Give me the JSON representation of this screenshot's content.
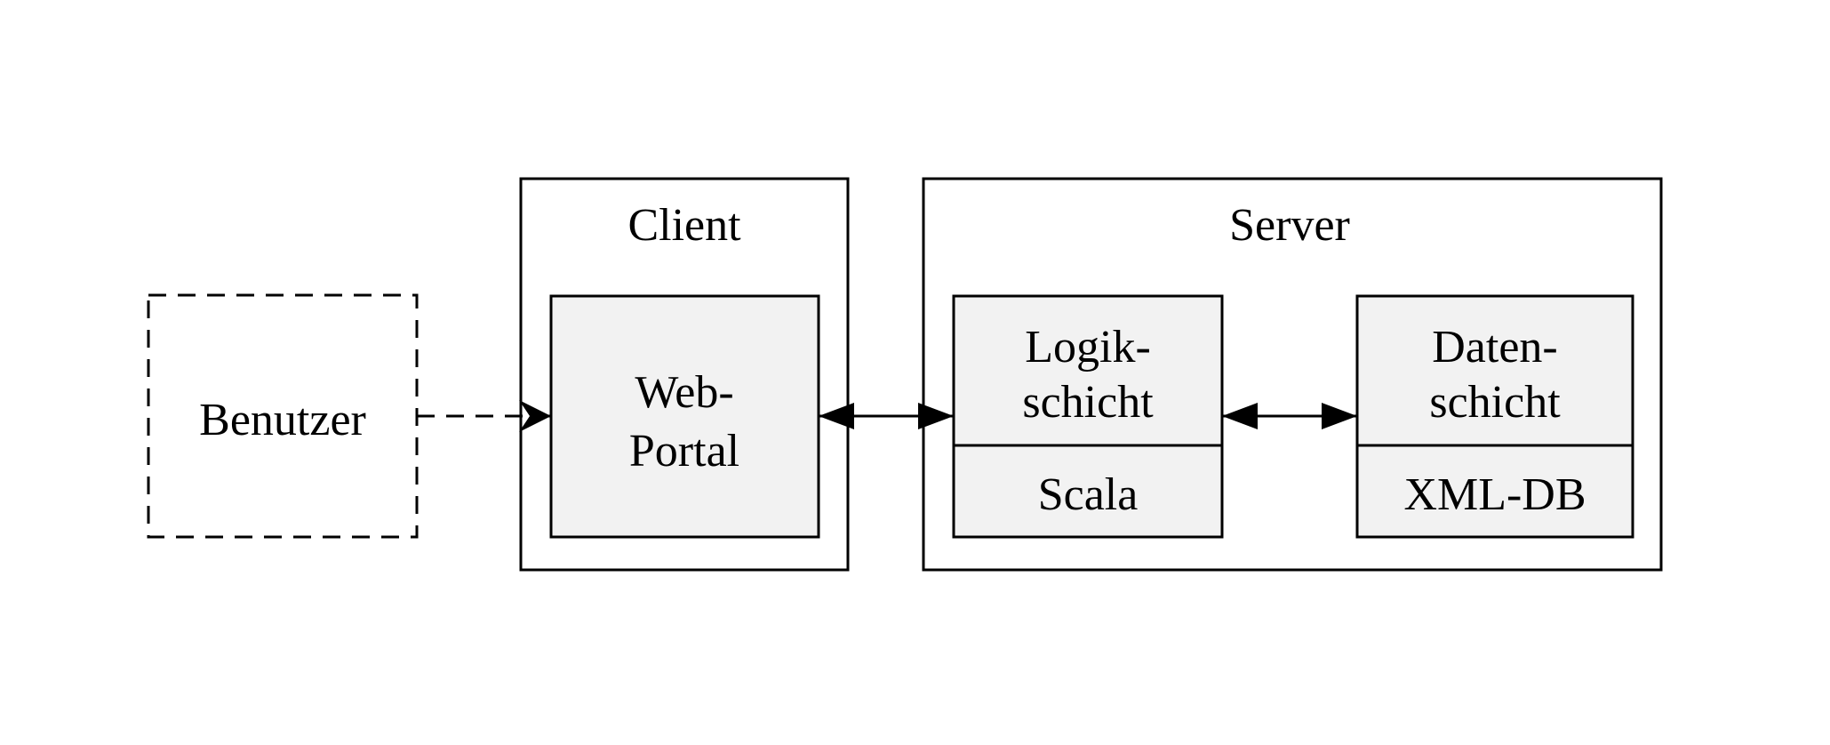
{
  "diagram": {
    "user": {
      "label": "Benutzer"
    },
    "client": {
      "title": "Client",
      "web_portal": {
        "line1": "Web-",
        "line2": "Portal"
      }
    },
    "server": {
      "title": "Server",
      "logic_layer": {
        "line1": "Logik-",
        "line2": "schicht",
        "technology": "Scala"
      },
      "data_layer": {
        "line1": "Daten-",
        "line2": "schicht",
        "technology": "XML-DB"
      }
    },
    "colors": {
      "stroke": "#000000",
      "node_fill": "#f2f2f2",
      "background": "#ffffff"
    }
  }
}
